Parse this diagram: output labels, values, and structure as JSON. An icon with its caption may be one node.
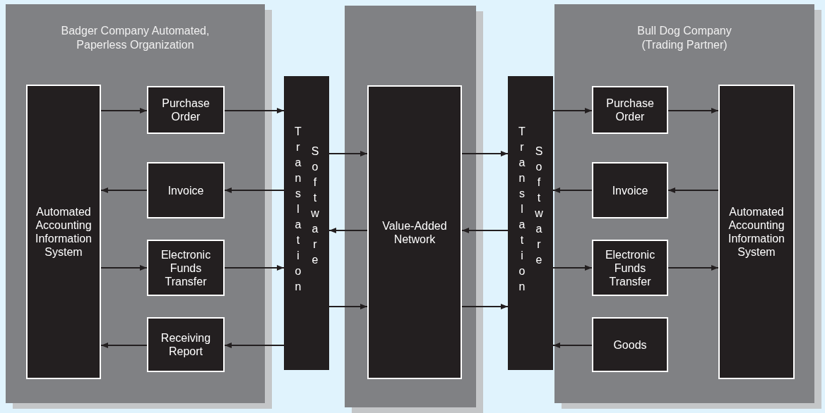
{
  "diagram": {
    "nodes": [
      {
        "text": [
          "Badger Company Automated, Paperless Organization"
        ]
      },
      {
        "text": [
          "Automated Accounting Information System"
        ],
        "in": 0
      },
      {
        "text": [
          "Purchase Order"
        ],
        "in": 0
      },
      {
        "text": [
          "Invoice"
        ],
        "in": 0
      },
      {
        "text": [
          "Electronic Funds Transfer"
        ],
        "in": 0
      },
      {
        "text": [
          "Receiving Report"
        ],
        "in": 0
      },
      {
        "text": [
          "Translation",
          "Software"
        ]
      },
      {
        "text": [],
        "shape": "box"
      },
      {
        "text": [
          "Value-Added Network"
        ],
        "in": 7
      },
      {
        "text": [
          "Translation",
          "Software"
        ]
      },
      {
        "text": [
          "Bull Dog Company (Trading Partner)"
        ]
      },
      {
        "text": [
          "Purchase Order"
        ],
        "in": 10
      },
      {
        "text": [
          "Invoice"
        ],
        "in": 10
      },
      {
        "text": [
          "Electronic Funds Transfer"
        ],
        "in": 10
      },
      {
        "text": [
          "Goods"
        ],
        "in": 10
      },
      {
        "text": [
          "Automated Accounting Information System"
        ],
        "in": 10
      }
    ],
    "edges": [
      {
        "from": 1,
        "to": 2,
        "arrow": "to"
      },
      {
        "from": 2,
        "to": 6,
        "arrow": "to"
      },
      {
        "from": 3,
        "to": 1,
        "arrow": "to"
      },
      {
        "from": 6,
        "to": 3,
        "arrow": "to"
      },
      {
        "from": 1,
        "to": 4,
        "arrow": "to"
      },
      {
        "from": 4,
        "to": 6,
        "arrow": "to"
      },
      {
        "from": 5,
        "to": 1,
        "arrow": "to"
      },
      {
        "from": 6,
        "to": 5,
        "arrow": "to"
      },
      {
        "from": 6,
        "to": 8,
        "arrow": "to"
      },
      {
        "from": 8,
        "to": 6,
        "arrow": "to"
      },
      {
        "from": 6,
        "to": 8,
        "arrow": "to"
      },
      {
        "from": 8,
        "to": 9,
        "arrow": "to"
      },
      {
        "from": 9,
        "to": 8,
        "arrow": "to"
      },
      {
        "from": 8,
        "to": 9,
        "arrow": "to"
      },
      {
        "from": 9,
        "to": 11,
        "arrow": "to"
      },
      {
        "from": 11,
        "to": 15,
        "arrow": "to"
      },
      {
        "from": 12,
        "to": 9,
        "arrow": "to"
      },
      {
        "from": 15,
        "to": 12,
        "arrow": "to"
      },
      {
        "from": 9,
        "to": 13,
        "arrow": "to"
      },
      {
        "from": 13,
        "to": 15,
        "arrow": "to"
      },
      {
        "from": 14,
        "to": 9,
        "arrow": "to"
      }
    ]
  }
}
